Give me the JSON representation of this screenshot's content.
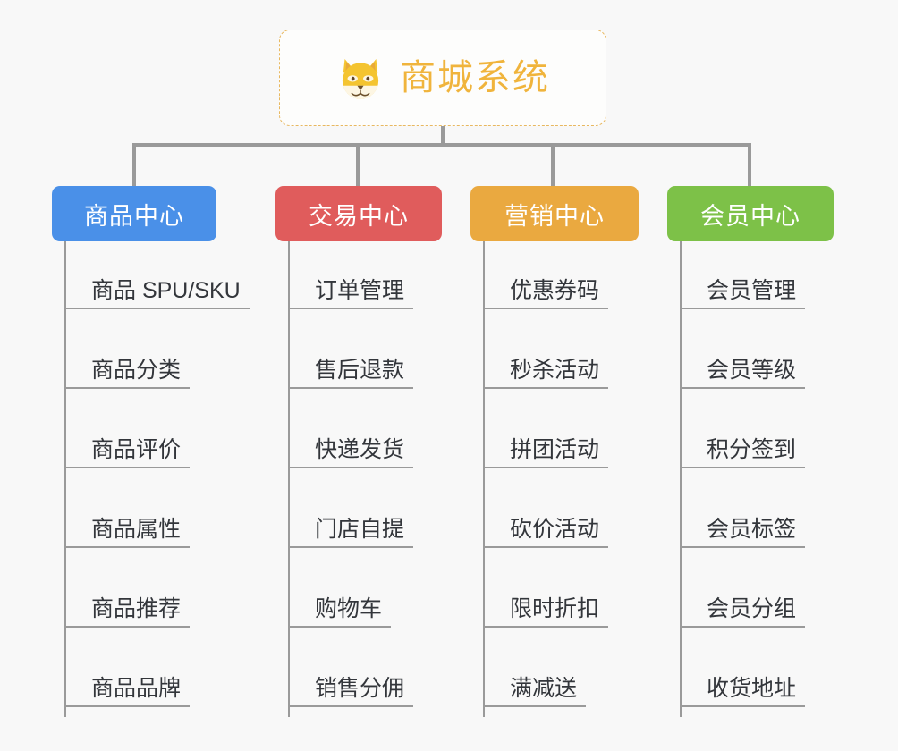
{
  "background_color": "#f8f8f8",
  "root": {
    "icon": "shiba-dog-face-icon",
    "title": "商城系统",
    "title_color": "#f0b43c",
    "border_color": "#e8b860"
  },
  "connector_color": "#9a9a9a",
  "columns": [
    {
      "id": "product-center",
      "label": "商品中心",
      "color": "#4a90e8",
      "items": [
        "商品 SPU/SKU",
        "商品分类",
        "商品评价",
        "商品属性",
        "商品推荐",
        "商品品牌"
      ]
    },
    {
      "id": "trade-center",
      "label": "交易中心",
      "color": "#e05c5c",
      "items": [
        "订单管理",
        "售后退款",
        "快递发货",
        "门店自提",
        "购物车",
        "销售分佣"
      ]
    },
    {
      "id": "marketing-center",
      "label": "营销中心",
      "color": "#eaa940",
      "items": [
        "优惠券码",
        "秒杀活动",
        "拼团活动",
        "砍价活动",
        "限时折扣",
        "满减送"
      ]
    },
    {
      "id": "member-center",
      "label": "会员中心",
      "color": "#7dc148",
      "items": [
        "会员管理",
        "会员等级",
        "积分签到",
        "会员标签",
        "会员分组",
        "收货地址"
      ]
    }
  ]
}
